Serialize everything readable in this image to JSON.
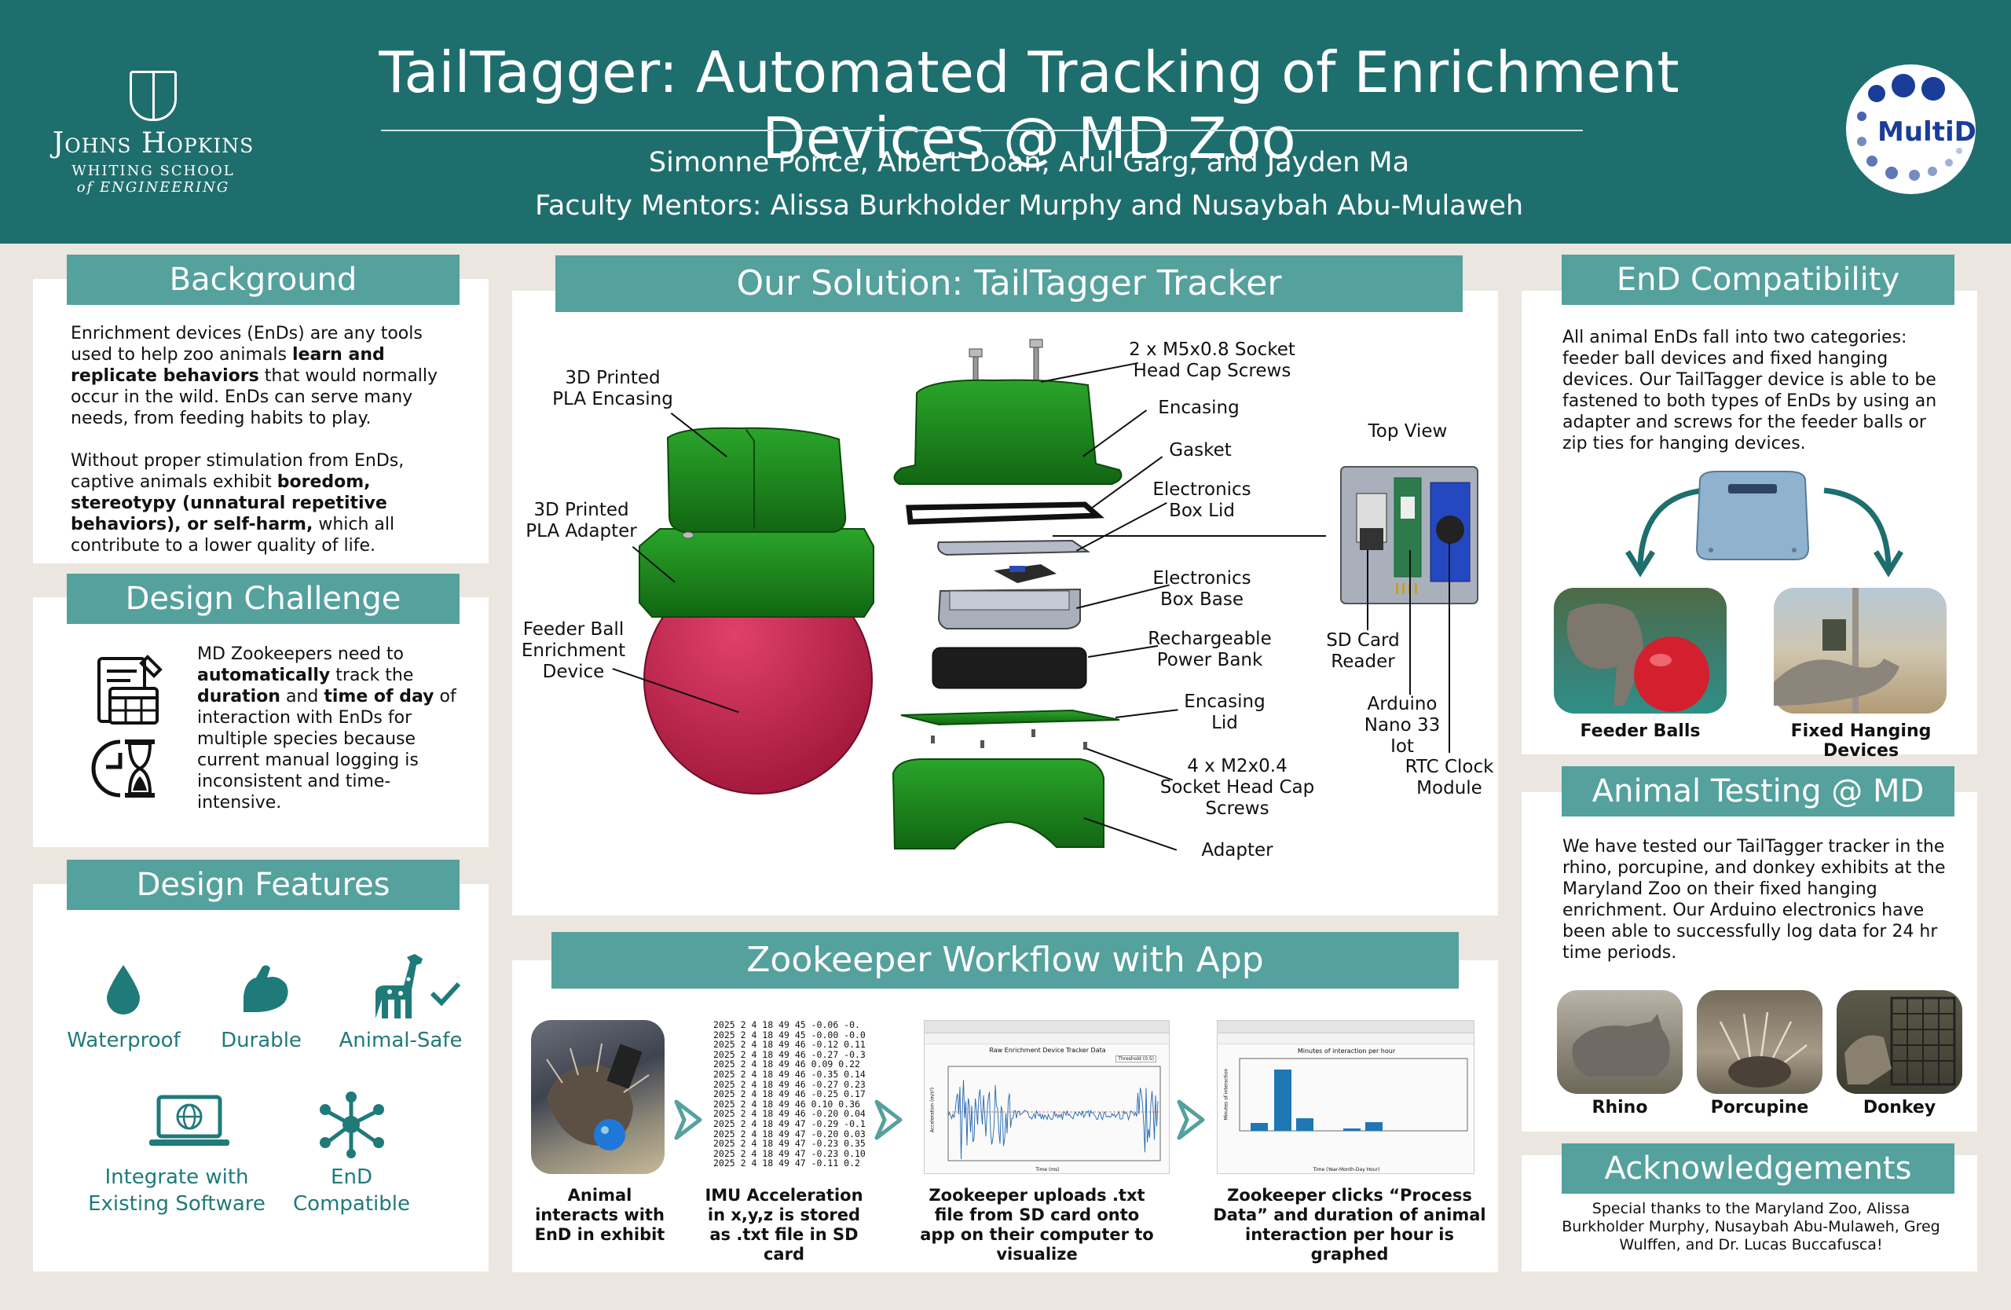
{
  "header": {
    "title": "TailTagger: Automated Tracking of Enrichment Devices @ MD Zoo",
    "authors": "Simonne Ponce, Albert Doan, Arul Garg, and Jayden Ma",
    "mentors": "Faculty Mentors: Alissa Burkholder Murphy and Nusaybah Abu-Mulaweh"
  },
  "logos": {
    "jhu_name": "Johns Hopkins",
    "jhu_sub1": "WHITING SCHOOL",
    "jhu_sub2": "of ENGINEERING",
    "multid": "MultiD"
  },
  "background": {
    "title": "Background",
    "p1_a": "Enrichment devices (EnDs) are any tools used to help zoo animals ",
    "p1_b": "learn and replicate behaviors",
    "p1_c": " that would normally occur in the wild. EnDs can serve many needs, from feeding habits to play.",
    "p2_a": "Without proper stimulation from EnDs, captive animals exhibit ",
    "p2_b": "boredom, stereotypy (unnatural repetitive behaviors), or self-harm,",
    "p2_c": " which all contribute to a lower quality of life."
  },
  "challenge": {
    "title": "Design Challenge",
    "t1": "MD Zookeepers need to ",
    "t2": "automatically",
    "t3": " track the ",
    "t4": "duration",
    "t5": " and ",
    "t6": "time of day",
    "t7": " of interaction with EnDs for multiple species because current manual logging is inconsistent and time-intensive."
  },
  "features": {
    "title": "Design Features",
    "items": [
      "Waterproof",
      "Durable",
      "Animal-Safe",
      "Integrate with Existing Software",
      "EnD Compatible"
    ]
  },
  "solution": {
    "title": "Our Solution: TailTagger Tracker",
    "left_labels": [
      "3D Printed PLA Encasing",
      "3D Printed PLA Adapter",
      "Feeder Ball Enrichment Device"
    ],
    "exploded_labels": [
      "2 x M5x0.8 Socket Head Cap Screws",
      "Encasing",
      "Gasket",
      "Electronics Box Lid",
      "Electronics Box Base",
      "Rechargeable Power Bank",
      "Encasing Lid",
      "4 x M2x0.4 Socket Head Cap Screws",
      "Adapter"
    ],
    "top_view": "Top View",
    "board_labels": [
      "SD Card Reader",
      "Arduino Nano 33 Iot",
      "RTC Clock Module"
    ]
  },
  "workflow": {
    "title": "Zookeeper Workflow with App",
    "steps": [
      "Animal interacts with EnD in exhibit",
      "IMU Acceleration in x,y,z is stored as .txt file in SD card",
      "Zookeeper uploads .txt file from SD card onto app on their computer to visualize",
      "Zookeeper clicks “Process Data” and duration of animal interaction per hour is graphed"
    ],
    "log_lines": [
      "2025 2 4 18 49 45 -0.06 -0.",
      "2025 2 4 18 49 45 -0.00 -0.0",
      "2025 2 4 18 49 46 -0.12 0.11",
      "2025 2 4 18 49 46 -0.27 -0.3",
      "2025 2 4 18 49 46 0.09 0.22",
      "2025 2 4 18 49 46 -0.35 0.14",
      "2025 2 4 18 49 46 -0.27 0.23",
      "2025 2 4 18 49 46 -0.25 0.17",
      "2025 2 4 18 49 46 0.10 0.36",
      "2025 2 4 18 49 46 -0.20 0.04",
      "2025 2 4 18 49 47 -0.29 -0.1",
      "2025 2 4 18 49 47 -0.20 0.03",
      "2025 2 4 18 49 47 -0.23 0.35",
      "2025 2 4 18 49 47 -0.23 0.10",
      "2025 2 4 18 49 47 -0.11 0.2"
    ],
    "raw_chart_title": "Raw Enrichment Device Tracker Data",
    "threshold": "Threshold (0.5)",
    "raw_xlabel": "Time (ms)",
    "raw_ylabel": "Acceleration (m/s²)",
    "bar_chart_title": "Minutes of interaction per hour",
    "bar_xlabel": "Time (Year-Month-Day Hour)",
    "bar_ylabel": "Minutes of interaction"
  },
  "compat": {
    "title": "EnD Compatibility",
    "text": "All animal EnDs fall into two categories: feeder ball devices and fixed hanging devices. Our TailTagger device is able to be fastened to both types of EnDs by using an adapter and screws for the feeder balls or zip ties for hanging devices.",
    "cap1": "Feeder Balls",
    "cap2": "Fixed Hanging Devices"
  },
  "testing": {
    "title": "Animal Testing @ MD Zoo",
    "text": "We have tested our TailTagger tracker in the rhino, porcupine, and donkey exhibits at the Maryland Zoo on their fixed hanging enrichment. Our Arduino electronics have been able to successfully log data for 24 hr time periods.",
    "animals": [
      "Rhino",
      "Porcupine",
      "Donkey"
    ]
  },
  "ack": {
    "title": "Acknowledgements",
    "text": "Special thanks to the Maryland Zoo, Alissa Burkholder Murphy, Nusaybah Abu-Mulaweh, Greg Wulffen, and Dr. Lucas Buccafusca!"
  },
  "colors": {
    "header_bg": "#1f6e6e",
    "section_header": "#54a19d",
    "feature_teal": "#1f7a7a",
    "encasing_green": "#1d8a1d",
    "ball_red": "#c0234a"
  }
}
